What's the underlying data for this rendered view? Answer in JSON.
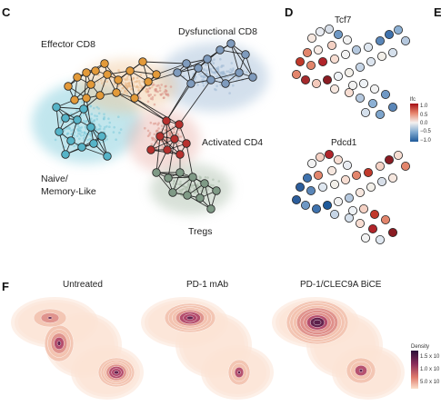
{
  "panels": {
    "c": {
      "label": "C"
    },
    "d": {
      "label": "D"
    },
    "e": {
      "label": "E"
    },
    "f": {
      "label": "F"
    }
  },
  "network": {
    "clusters": [
      {
        "key": "effector",
        "label": "Effector CD8",
        "color": "#e39a3a"
      },
      {
        "key": "dysfunctional",
        "label": "Dysfunctional CD8",
        "color": "#7f9bbd"
      },
      {
        "key": "activated",
        "label": "Activated CD4",
        "color": "#b7312f"
      },
      {
        "key": "naive",
        "label_lines": [
          "Naive/",
          "Memory-Like"
        ],
        "color": "#56b4c8"
      },
      {
        "key": "tregs",
        "label": "Tregs",
        "color": "#7f9a86"
      }
    ]
  },
  "genes": [
    {
      "name": "Tcf7"
    },
    {
      "name": "Pdcd1"
    }
  ],
  "colorbar": {
    "title": "lfc",
    "ticks": [
      "1.0",
      "0.5",
      "0.0",
      "−0.5",
      "−1.0"
    ],
    "colors": [
      "#a50f15",
      "#e7836b",
      "#f4f1ef",
      "#7fa9d0",
      "#1f5a9a"
    ]
  },
  "density": {
    "conditions": [
      {
        "name": "Untreated"
      },
      {
        "name": "PD-1 mAb"
      },
      {
        "name": "PD-1/CLEC9A BiCE"
      }
    ],
    "legend_title": "Density",
    "legend_ticks": [
      "1.5 x 10",
      "1.0 x 10",
      "5.0 x 10"
    ]
  }
}
